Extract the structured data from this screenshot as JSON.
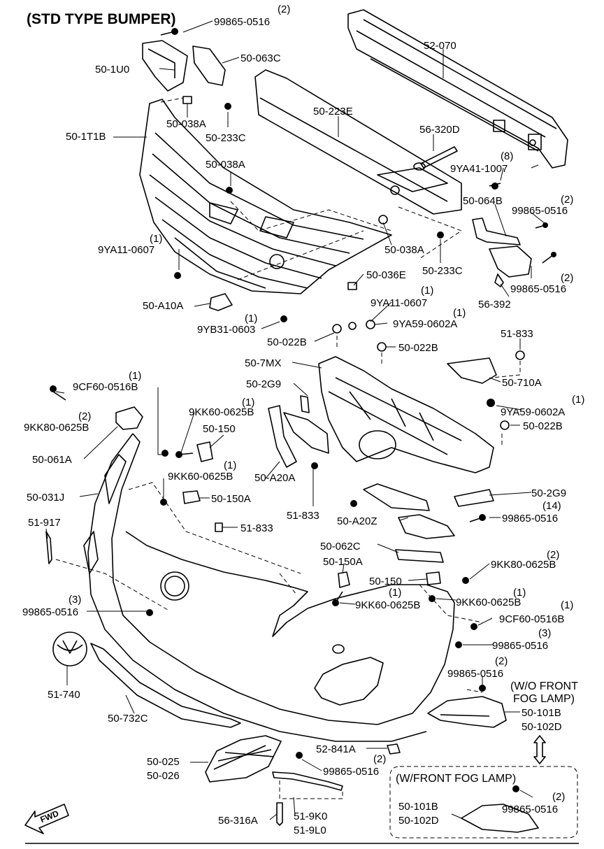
{
  "title": "(STD TYPE BUMPER)",
  "sections": {
    "wo_fog": [
      "(W/O FRONT",
      "FOG LAMP)"
    ],
    "w_fog": "(W/FRONT FOG LAMP)",
    "fwd": "FWD"
  },
  "labels": [
    "99865-0516",
    "(2)",
    "50-063C",
    "50-1U0",
    "52-070",
    "50-223E",
    "50-038A",
    "50-233C",
    "50-1T1B",
    "50-038A",
    "56-320D",
    "(8)",
    "9YA41-1007",
    "50-064B",
    "(2)",
    "99865-0516",
    "(1)",
    "9YA11-0607",
    "50-038A",
    "50-233C",
    "(2)",
    "99865-0516",
    "56-392",
    "50-036E",
    "(1)",
    "9YA11-0607",
    "50-A10A",
    "(1)",
    "9YB31-0603",
    "(1)",
    "9YA59-0602A",
    "50-022B",
    "50-022B",
    "51-833",
    "50-7MX",
    "(1)",
    "9CF60-0516B",
    "50-2G9",
    "50-710A",
    "(2)",
    "9KK80-0625B",
    "(1)",
    "9KK60-0625B",
    "(1)",
    "9YA59-0602A",
    "50-150",
    "50-022B",
    "50-061A",
    "(1)",
    "9KK60-0625B",
    "50-A20A",
    "50-031J",
    "50-150A",
    "50-2G9",
    "51-833",
    "(14)",
    "99865-0516",
    "51-917",
    "51-833",
    "50-A20Z",
    "50-062C",
    "(2)",
    "9KK80-0625B",
    "50-150A",
    "50-150",
    "(1)",
    "(1)",
    "9KK60-0625B",
    "9KK60-0625B",
    "(3)",
    "99865-0516",
    "(1)",
    "9CF60-0516B",
    "(3)",
    "99865-0516",
    "(2)",
    "99865-0516",
    "51-740",
    "50-101B",
    "50-102D",
    "50-732C",
    "52-841A",
    "50-025",
    "50-026",
    "(2)",
    "99865-0516",
    "50-101B",
    "50-102D",
    "(2)",
    "99865-0516",
    "56-316A",
    "51-9K0",
    "51-9L0"
  ]
}
